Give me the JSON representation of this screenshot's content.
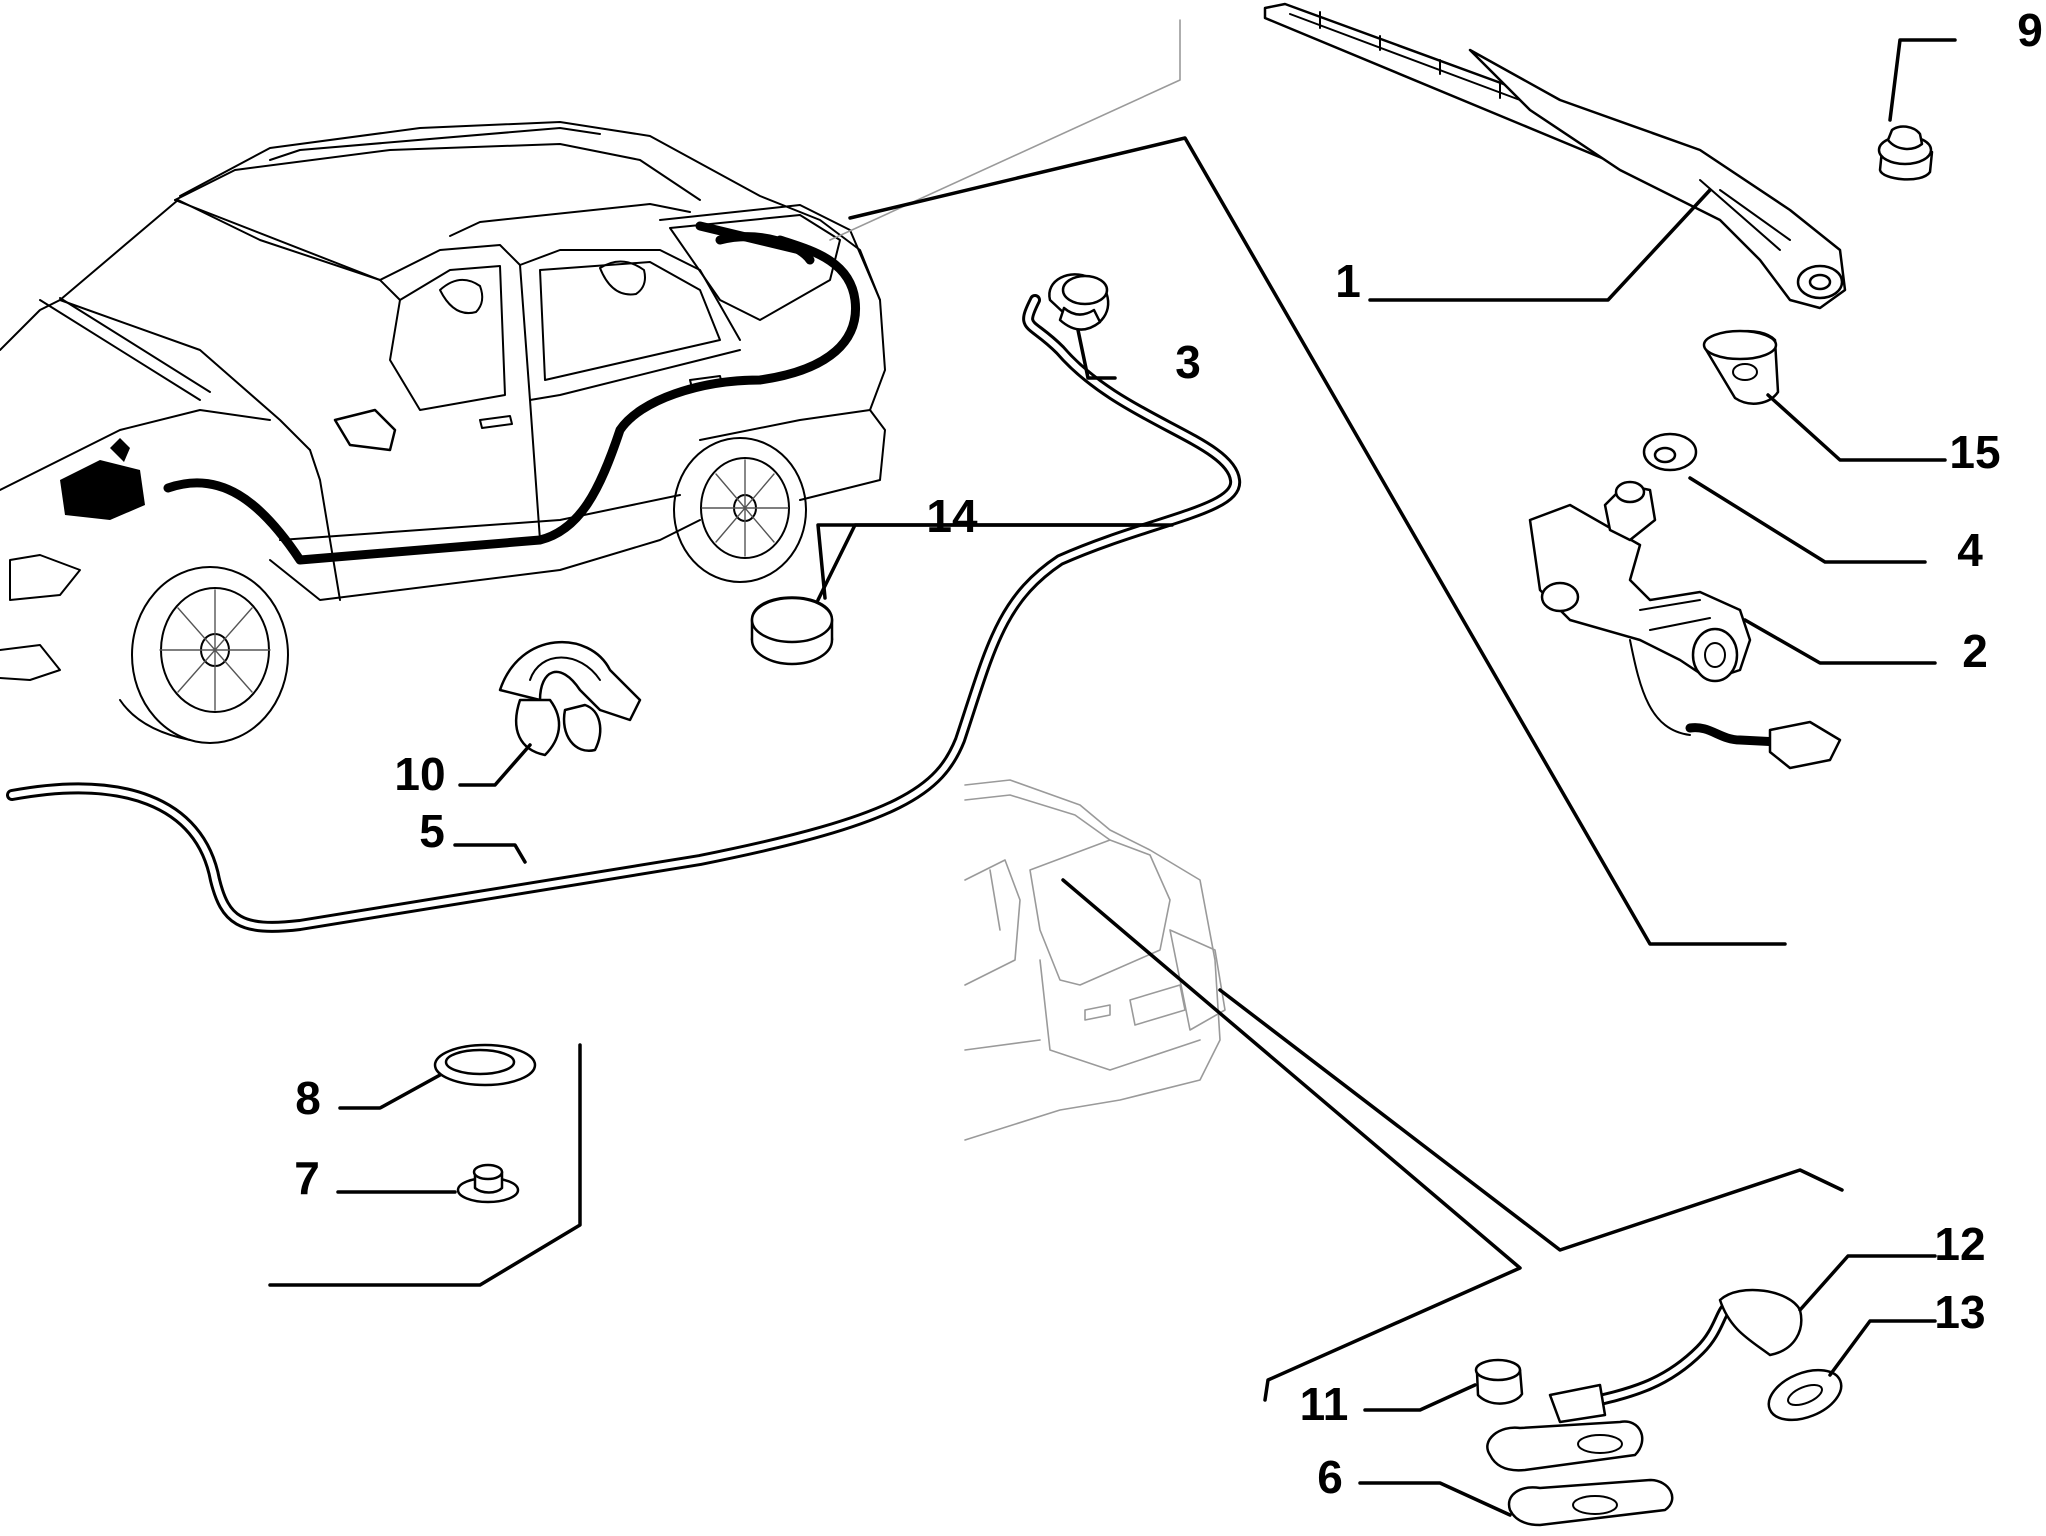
{
  "diagram": {
    "callouts": [
      {
        "key": "1",
        "text": "1"
      },
      {
        "key": "2",
        "text": "2"
      },
      {
        "key": "3",
        "text": "3"
      },
      {
        "key": "4",
        "text": "4"
      },
      {
        "key": "5",
        "text": "5"
      },
      {
        "key": "6",
        "text": "6"
      },
      {
        "key": "7",
        "text": "7"
      },
      {
        "key": "8",
        "text": "8"
      },
      {
        "key": "9",
        "text": "9"
      },
      {
        "key": "10",
        "text": "10"
      },
      {
        "key": "11",
        "text": "11"
      },
      {
        "key": "12",
        "text": "12"
      },
      {
        "key": "13",
        "text": "13"
      },
      {
        "key": "14",
        "text": "14"
      },
      {
        "key": "15",
        "text": "15"
      }
    ],
    "parts": [
      {
        "callout": "1",
        "name": "wiper-arm-blade"
      },
      {
        "callout": "2",
        "name": "wiper-motor"
      },
      {
        "callout": "3",
        "name": "hose-connector"
      },
      {
        "callout": "4",
        "name": "grommet-washer"
      },
      {
        "callout": "5",
        "name": "washer-hose"
      },
      {
        "callout": "6",
        "name": "gasket-plate"
      },
      {
        "callout": "7",
        "name": "plug-cap"
      },
      {
        "callout": "8",
        "name": "oval-grommet"
      },
      {
        "callout": "9",
        "name": "nut"
      },
      {
        "callout": "10",
        "name": "hose-clip"
      },
      {
        "callout": "11",
        "name": "nut-small"
      },
      {
        "callout": "12",
        "name": "washer-nozzle-pipe"
      },
      {
        "callout": "13",
        "name": "seal-ring"
      },
      {
        "callout": "14",
        "name": "rubber-bung"
      },
      {
        "callout": "15",
        "name": "cap-cover"
      }
    ]
  }
}
